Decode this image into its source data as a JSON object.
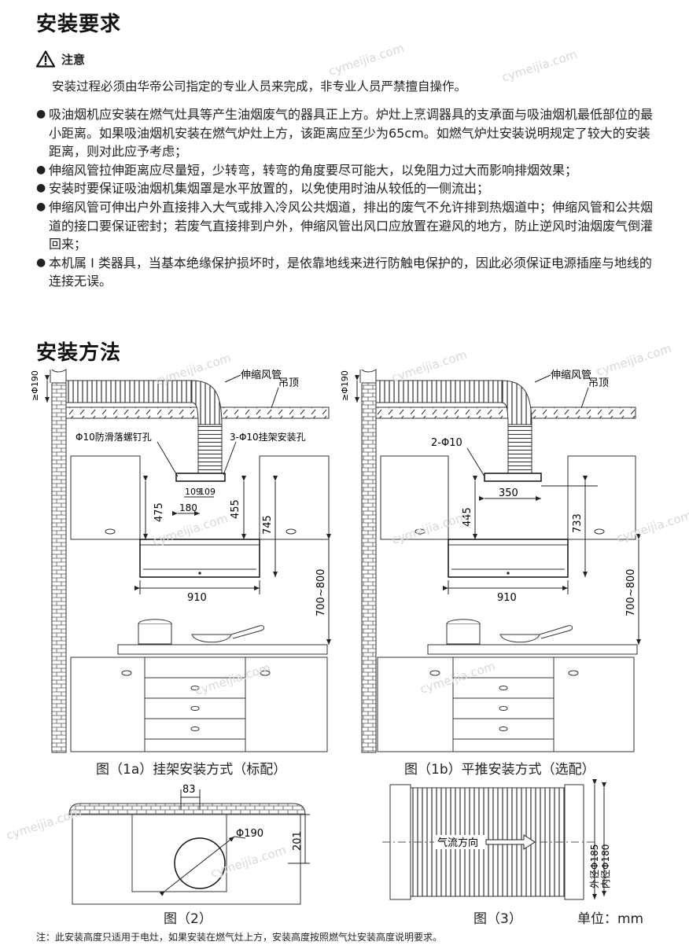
{
  "requirements": {
    "title": "安装要求",
    "notice_label": "注意",
    "notice_text": "安装过程必须由华帝公司指定的专业人员来完成，非专业人员严禁擅自操作。",
    "items": [
      "吸油烟机应安装在燃气灶具等产生油烟废气的器具正上方。炉灶上烹调器具的支承面与吸油烟机最低部位的最小距离。如果吸油烟机安装在燃气炉灶上方，该距离应至少为65cm。如燃气炉灶安装说明规定了较大的安装距离，则对此应予考虑；",
      "伸缩风管拉伸距离应尽量短，少转弯，转弯的角度要尽可能大，以免阻力过大而影响排烟效果；",
      "安装时要保证吸油烟机集烟罩是水平放置的，以免使用时油从较低的一侧流出；",
      "伸缩风管可伸出户外直接排入大气或排入冷风公共烟道，排出的废气不允许排到热烟道中；伸缩风管和公共烟道的接口要保证密封；若废气直接排到户外，伸缩风管出风口应放置在避风的地方，防止逆风时油烟废气倒灌回来；",
      "本机属 I 类器具，当基本绝缘保护损坏时，是依靠地线来进行防触电保护的，因此必须保证电源插座与地线的连接无误。"
    ]
  },
  "method": {
    "title": "安装方法",
    "fig1a": {
      "caption": "图（1a）挂架安装方式（标配）",
      "duct": "伸缩风管",
      "ceiling": "吊顶",
      "phi190": "≥Φ190",
      "hole1": "Φ10防滑落螺钉孔",
      "hole2": "3-Φ10挂架安装孔",
      "d_109a": "109",
      "d_109b": "109",
      "d_180": "180",
      "d_475": "475",
      "d_455": "455",
      "d_745": "745",
      "d_910": "910",
      "d_700": "700~800"
    },
    "fig1b": {
      "caption": "图（1b）平推安装方式（选配）",
      "duct": "伸缩风管",
      "ceiling": "吊顶",
      "phi190": "≥Φ190",
      "hole": "2-Φ10",
      "d_350": "350",
      "d_445": "445",
      "d_733": "733",
      "d_910": "910",
      "d_700": "700~800"
    },
    "fig2": {
      "caption": "图（2）",
      "d_83": "83",
      "d_190": "Φ190",
      "d_201": "201"
    },
    "fig3": {
      "caption": "图（3）",
      "flow": "气流方向",
      "outer": "外径Φ185",
      "inner": "内径Φ180"
    },
    "unit": "单位：mm",
    "footnote": "注：此安装高度只适用于电灶，如果安装在燃气灶上方，安装高度按照燃气灶安装高度说明要求。"
  },
  "watermark": "cymeijia.com"
}
